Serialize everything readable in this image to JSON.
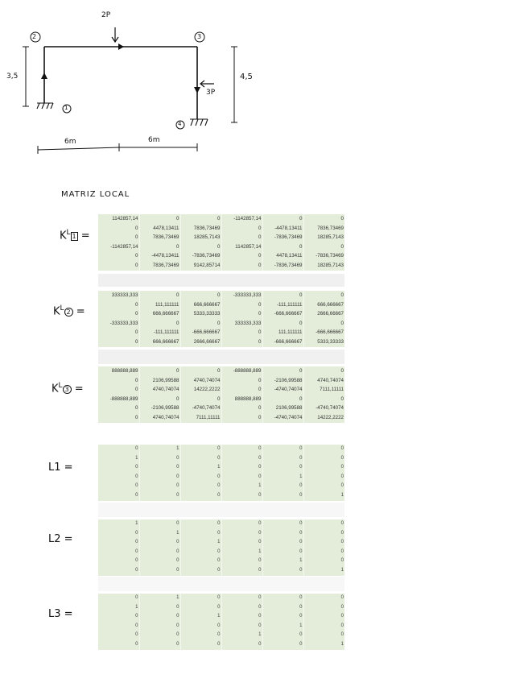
{
  "diagram": {
    "load_top": "2P",
    "load_side": "3P",
    "node_top_left": "2",
    "node_top_right": "3",
    "node_bottom_left": "1",
    "node_bottom_right": "4",
    "height_left": "3,5",
    "height_right": "4,5",
    "span_left": "6m",
    "span_right": "6m"
  },
  "heading": "MATRIZ LOCAL",
  "labels": {
    "k1": "K",
    "k1_sup": "L",
    "k1_sub": "1",
    "k2": "K",
    "k2_sup": "L",
    "k2_sub": "2",
    "k3": "K",
    "k3_sup": "L",
    "k3_sub": "3",
    "eq": "=",
    "l1": "L1 =",
    "l2": "L2 =",
    "l3": "L3 ="
  },
  "k1": [
    [
      "1142857,14",
      "0",
      "0",
      "-1142857,14",
      "0",
      "0"
    ],
    [
      "0",
      "4478,13411",
      "7836,73469",
      "0",
      "-4478,13411",
      "7836,73469"
    ],
    [
      "0",
      "7836,73469",
      "18285,7143",
      "0",
      "-7836,73469",
      "18285,7143"
    ],
    [
      "-1142857,14",
      "0",
      "0",
      "1142857,14",
      "0",
      "0"
    ],
    [
      "0",
      "-4478,13411",
      "-7836,73469",
      "0",
      "4478,13411",
      "-7836,73469"
    ],
    [
      "0",
      "7836,73469",
      "9142,85714",
      "0",
      "-7836,73469",
      "18285,7143"
    ]
  ],
  "k2": [
    [
      "333333,333",
      "0",
      "0",
      "-333333,333",
      "0",
      "0"
    ],
    [
      "0",
      "111,111111",
      "666,666667",
      "0",
      "-111,111111",
      "666,666667"
    ],
    [
      "0",
      "666,666667",
      "5333,33333",
      "0",
      "-666,666667",
      "2666,66667"
    ],
    [
      "-333333,333",
      "0",
      "0",
      "333333,333",
      "0",
      "0"
    ],
    [
      "0",
      "-111,111111",
      "-666,666667",
      "0",
      "111,111111",
      "-666,666667"
    ],
    [
      "0",
      "666,666667",
      "2666,66667",
      "0",
      "-666,666667",
      "5333,33333"
    ]
  ],
  "k3": [
    [
      "888888,889",
      "0",
      "0",
      "-888888,889",
      "0",
      "0"
    ],
    [
      "0",
      "2106,99588",
      "4740,74074",
      "0",
      "-2106,99588",
      "4740,74074"
    ],
    [
      "0",
      "4740,74074",
      "14222,2222",
      "0",
      "-4740,74074",
      "7111,11111"
    ],
    [
      "-888888,889",
      "0",
      "0",
      "888888,889",
      "0",
      "0"
    ],
    [
      "0",
      "-2106,99588",
      "-4740,74074",
      "0",
      "2106,99588",
      "-4740,74074"
    ],
    [
      "0",
      "4740,74074",
      "7111,11111",
      "0",
      "-4740,74074",
      "14222,2222"
    ]
  ],
  "l1": [
    [
      "0",
      "1",
      "0",
      "0",
      "0",
      "0"
    ],
    [
      "1",
      "0",
      "0",
      "0",
      "0",
      "0"
    ],
    [
      "0",
      "0",
      "1",
      "0",
      "0",
      "0"
    ],
    [
      "0",
      "0",
      "0",
      "0",
      "1",
      "0"
    ],
    [
      "0",
      "0",
      "0",
      "1",
      "0",
      "0"
    ],
    [
      "0",
      "0",
      "0",
      "0",
      "0",
      "1"
    ]
  ],
  "l2": [
    [
      "1",
      "0",
      "0",
      "0",
      "0",
      "0"
    ],
    [
      "0",
      "1",
      "0",
      "0",
      "0",
      "0"
    ],
    [
      "0",
      "0",
      "1",
      "0",
      "0",
      "0"
    ],
    [
      "0",
      "0",
      "0",
      "1",
      "0",
      "0"
    ],
    [
      "0",
      "0",
      "0",
      "0",
      "1",
      "0"
    ],
    [
      "0",
      "0",
      "0",
      "0",
      "0",
      "1"
    ]
  ],
  "l3": [
    [
      "0",
      "1",
      "0",
      "0",
      "0",
      "0"
    ],
    [
      "1",
      "0",
      "0",
      "0",
      "0",
      "0"
    ],
    [
      "0",
      "0",
      "1",
      "0",
      "0",
      "0"
    ],
    [
      "0",
      "0",
      "0",
      "0",
      "1",
      "0"
    ],
    [
      "0",
      "0",
      "0",
      "1",
      "0",
      "0"
    ],
    [
      "0",
      "0",
      "0",
      "0",
      "0",
      "1"
    ]
  ]
}
